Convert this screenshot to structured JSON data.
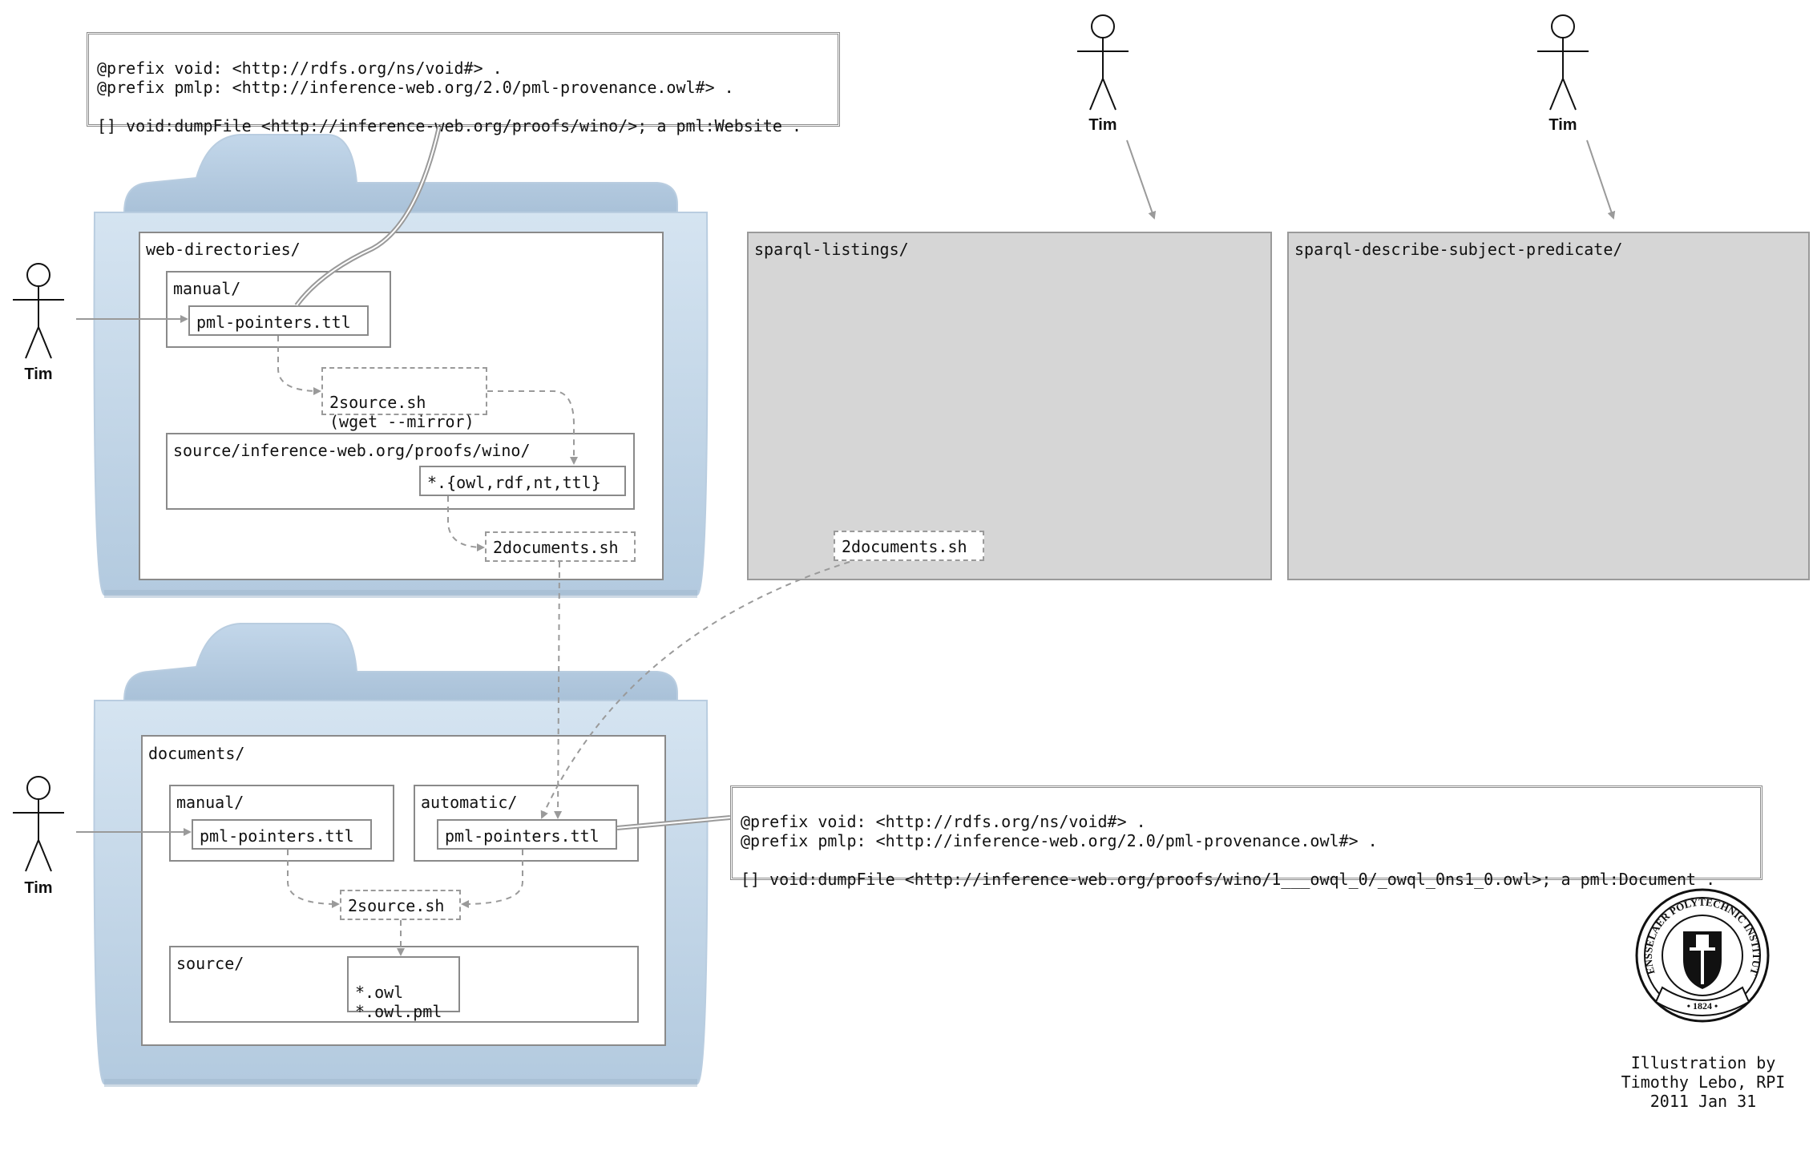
{
  "actors": {
    "label": "Tim"
  },
  "top_prefix": {
    "line1": "@prefix void: <http://rdfs.org/ns/void#> .",
    "line2": "@prefix pmlp: <http://inference-web.org/2.0/pml-provenance.owl#> .",
    "line3": "",
    "line4": "[] void:dumpFile <http://inference-web.org/proofs/wino/>; a pml:Website ."
  },
  "bottom_prefix": {
    "line1": "@prefix void: <http://rdfs.org/ns/void#> .",
    "line2": "@prefix pmlp: <http://inference-web.org/2.0/pml-provenance.owl#> .",
    "line3": "",
    "line4": "[] void:dumpFile <http://inference-web.org/proofs/wino/1___owql_0/_owql_0ns1_0.owl>; a pml:Document ."
  },
  "web_directories": {
    "title": "web-directories/",
    "manual": "manual/",
    "pml_pointers": "pml-pointers.ttl",
    "source_sh_line1": "2source.sh",
    "source_sh_line2": "(wget --mirror)",
    "source_dir": "source/inference-web.org/proofs/wino/",
    "files": "*.{owl,rdf,nt,ttl}",
    "documents_sh": "2documents.sh"
  },
  "sparql_listings": {
    "title": "sparql-listings/",
    "documents_sh": "2documents.sh"
  },
  "sparql_describe": {
    "title": "sparql-describe-subject-predicate/"
  },
  "documents": {
    "title": "documents/",
    "manual": "manual/",
    "manual_pml": "pml-pointers.ttl",
    "automatic": "automatic/",
    "automatic_pml": "pml-pointers.ttl",
    "source_sh": "2source.sh",
    "source": "source/",
    "owl": "*.owl",
    "owl_pml": "*.owl.pml"
  },
  "seal": {
    "ring_text": "RENSSELAER POLYTECHNIC INSTITUTE",
    "year": "• 1824 •"
  },
  "credit": {
    "line1": "Illustration by",
    "line2": "Timothy Lebo, RPI",
    "line3": "2011 Jan 31"
  }
}
